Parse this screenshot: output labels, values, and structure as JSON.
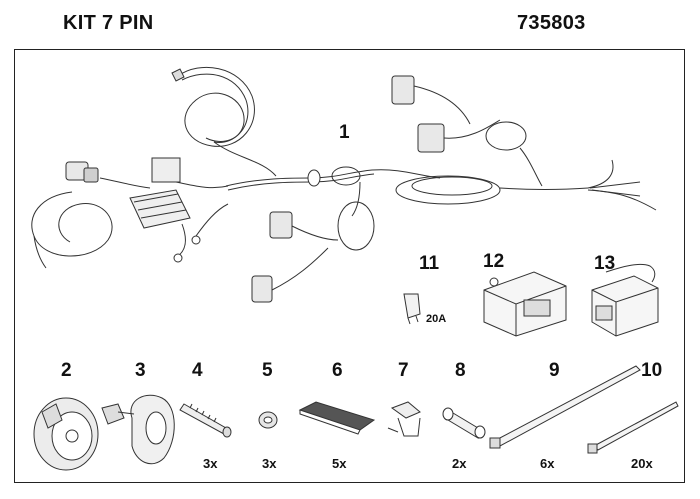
{
  "header": {
    "title": "KIT 7 PIN",
    "code": "735803"
  },
  "parts": [
    {
      "number": "1",
      "qty": "",
      "icon": "wiring-harness"
    },
    {
      "number": "2",
      "qty": "",
      "icon": "trailer-socket"
    },
    {
      "number": "3",
      "qty": "",
      "icon": "socket-mounting-plate"
    },
    {
      "number": "4",
      "qty": "3x",
      "icon": "screw"
    },
    {
      "number": "5",
      "qty": "3x",
      "icon": "nut"
    },
    {
      "number": "6",
      "qty": "5x",
      "icon": "adhesive-pad"
    },
    {
      "number": "7",
      "qty": "",
      "icon": "cable-clip"
    },
    {
      "number": "8",
      "qty": "2x",
      "icon": "sleeve"
    },
    {
      "number": "9",
      "qty": "6x",
      "icon": "cable-tie-long"
    },
    {
      "number": "10",
      "qty": "20x",
      "icon": "cable-tie-short"
    },
    {
      "number": "11",
      "qty": "",
      "icon": "fuse",
      "fuse_label": "20A"
    },
    {
      "number": "12",
      "qty": "",
      "icon": "control-module"
    },
    {
      "number": "13",
      "qty": "",
      "icon": "relay-box"
    }
  ]
}
